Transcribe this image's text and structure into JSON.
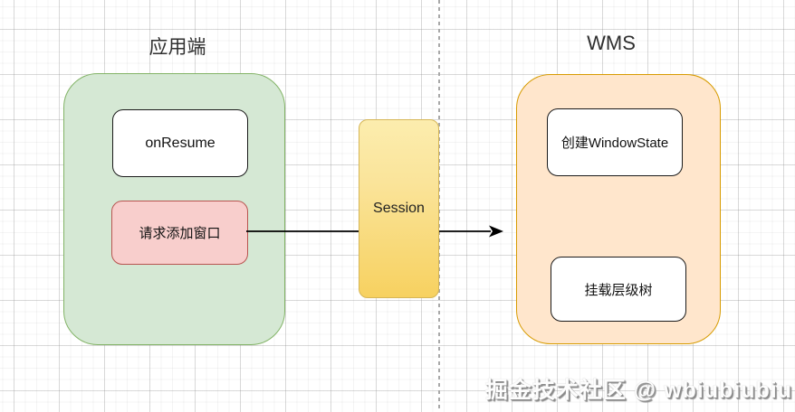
{
  "diagram": {
    "left_section": {
      "title": "应用端",
      "container_fill": "#d5e8d4",
      "container_stroke": "#82b366",
      "nodes": [
        {
          "id": "onresume",
          "label": "onResume",
          "fill": "#ffffff",
          "stroke": "#1a1a1a"
        },
        {
          "id": "request-add-window",
          "label": "请求添加窗口",
          "fill": "#f8cecc",
          "stroke": "#b85450"
        }
      ]
    },
    "middle": {
      "session": {
        "label": "Session",
        "fill_top": "#fcedae",
        "fill_bottom": "#f7d160",
        "stroke": "#d6b656"
      },
      "arrow_color": "#000000",
      "divider_style": "dashed",
      "divider_color": "#a9a9a9"
    },
    "right_section": {
      "title": "WMS",
      "container_fill": "#ffe6cc",
      "container_stroke": "#d79b00",
      "nodes": [
        {
          "id": "create-windowstate",
          "label": "创建WindowState",
          "fill": "#ffffff",
          "stroke": "#1a1a1a"
        },
        {
          "id": "mount-hierarchy-tree",
          "label": "挂载层级树",
          "fill": "#ffffff",
          "stroke": "#1a1a1a"
        }
      ]
    },
    "watermark": "掘金技术社区 @ wbiubiubiu"
  }
}
